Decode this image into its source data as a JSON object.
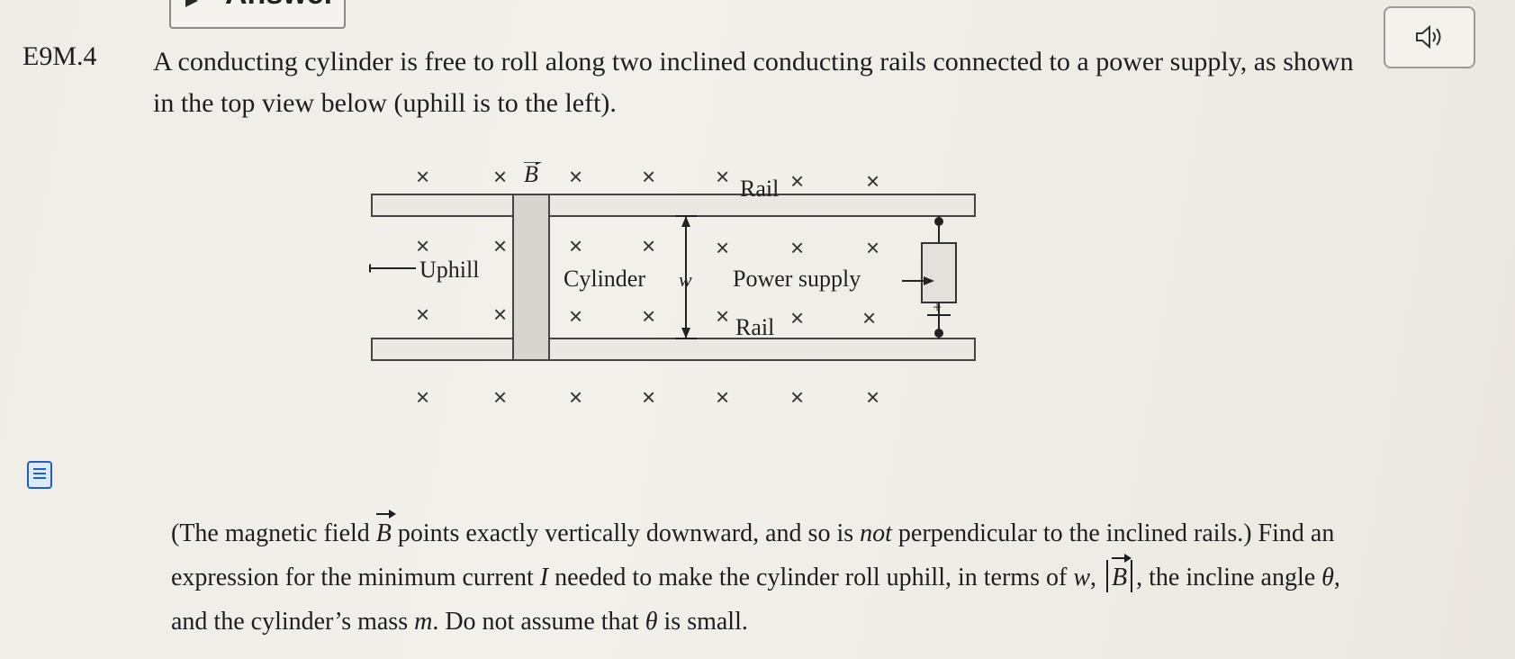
{
  "answer_tab": {
    "label": "Answer"
  },
  "problem": {
    "number": "E9M.4",
    "intro": "A conducting cylinder is free to roll along two inclined conducting rails connected to a power supply, as shown in the top view below (uphill is to the left)."
  },
  "figure": {
    "field_symbol": "B",
    "rail_top": "Rail",
    "rail_bottom": "Rail",
    "uphill": "Uphill",
    "cylinder": "Cylinder",
    "width_symbol": "w",
    "power_supply": "Power supply",
    "plus": "+",
    "cross": "×"
  },
  "question": {
    "p1": "(The magnetic field ",
    "B": "B",
    "p2": " points exactly vertically downward, and so is ",
    "not": "not",
    "p3": " perpendicular to the inclined rails.) Find an expression for the minimum current ",
    "I": "I",
    "p4": " needed to make the cylinder roll uphill, in terms of ",
    "w": "w",
    "p5": ", ",
    "p6": ", the incline angle ",
    "theta": "θ",
    "p7": ", and the cylinder’s mass ",
    "m": "m",
    "p8": ". Do not assume that ",
    "p9": " is small."
  },
  "icons": {
    "audio": "speaker-icon",
    "note": "notes-icon"
  }
}
